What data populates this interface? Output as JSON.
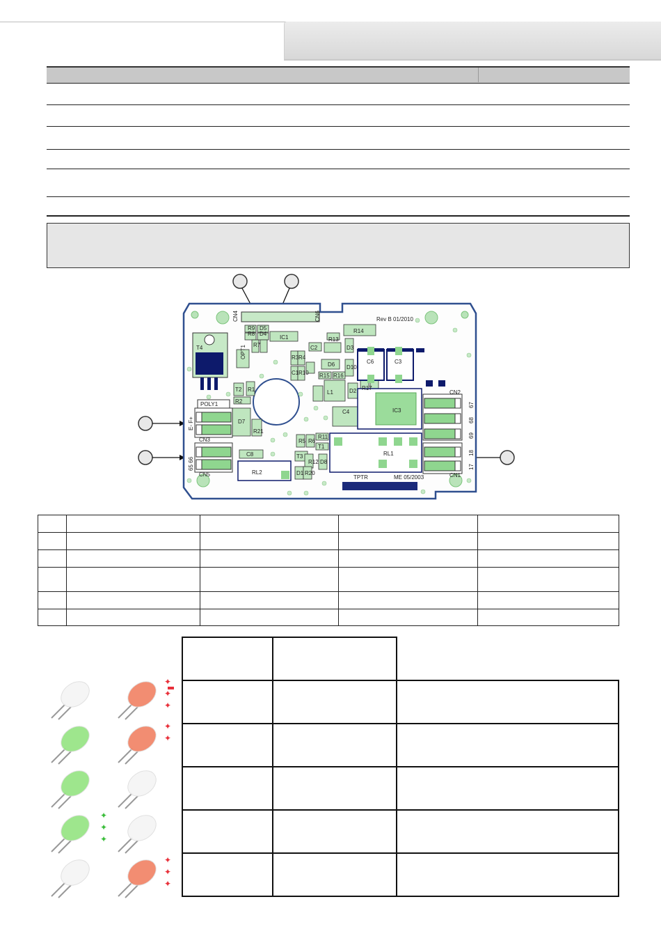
{
  "pcb": {
    "revision": "Rev B 01/2010",
    "brand": "TPTR",
    "brand_sub": "ME 05/2003",
    "components": {
      "t4": "T4",
      "poly1": "POLY1",
      "opt1": "OPT1",
      "ic1": "IC1",
      "ic3": "IC3",
      "rl1": "RL1",
      "rl2": "RL2",
      "r14": "R14",
      "c1": "C1",
      "c2": "C2",
      "c3": "C3",
      "c4": "C4",
      "c6": "C6",
      "c8": "C8",
      "d6": "D6",
      "d7": "D7",
      "l1": "L1",
      "r13": "R13",
      "r15": "R15",
      "r16": "R16",
      "r11": "R11",
      "r21": "R21",
      "r1": "R1",
      "r2": "R2",
      "t1": "T1",
      "t2": "T2",
      "t3": "T3",
      "d1": "D1",
      "r9": "R9",
      "r8": "R8",
      "d4": "D4",
      "d5": "D5",
      "r3": "R3",
      "r4": "R4",
      "r5": "R5",
      "r6": "R6",
      "r7": "R7",
      "r10": "R10",
      "r17": "R17",
      "d2": "D2",
      "d3": "D3",
      "d8": "D8",
      "d10": "D10",
      "r20": "R20",
      "r12": "R12"
    },
    "connectors": {
      "cn1": "CN1",
      "cn2": "CN2",
      "cn3": "CN3",
      "cn4": "CN4",
      "cn5": "CN5",
      "cn6": "CN6"
    },
    "terminals": {
      "e_minus_f_plus": "E- F+",
      "t65_66": "65 66",
      "t67": "67",
      "t68": "68",
      "t69": "69",
      "t18": "18",
      "t17": "17"
    }
  },
  "led_states": [
    {
      "left": "white",
      "right": "red",
      "right_flash": "blink"
    },
    {
      "left": "green",
      "right": "red",
      "right_flash": "slow"
    },
    {
      "left": "green",
      "right": "white",
      "right_flash": "none"
    },
    {
      "left": "green",
      "right": "white",
      "left_flash": "blink"
    },
    {
      "left": "white",
      "right": "red",
      "right_flash": "fast"
    }
  ],
  "colors": {
    "pcb_green": "#8fd68f",
    "pcb_edge": "#2f4f8f",
    "navy": "#1b2a7a",
    "red_led": "#f07a5a",
    "green_led": "#8ee27a"
  }
}
